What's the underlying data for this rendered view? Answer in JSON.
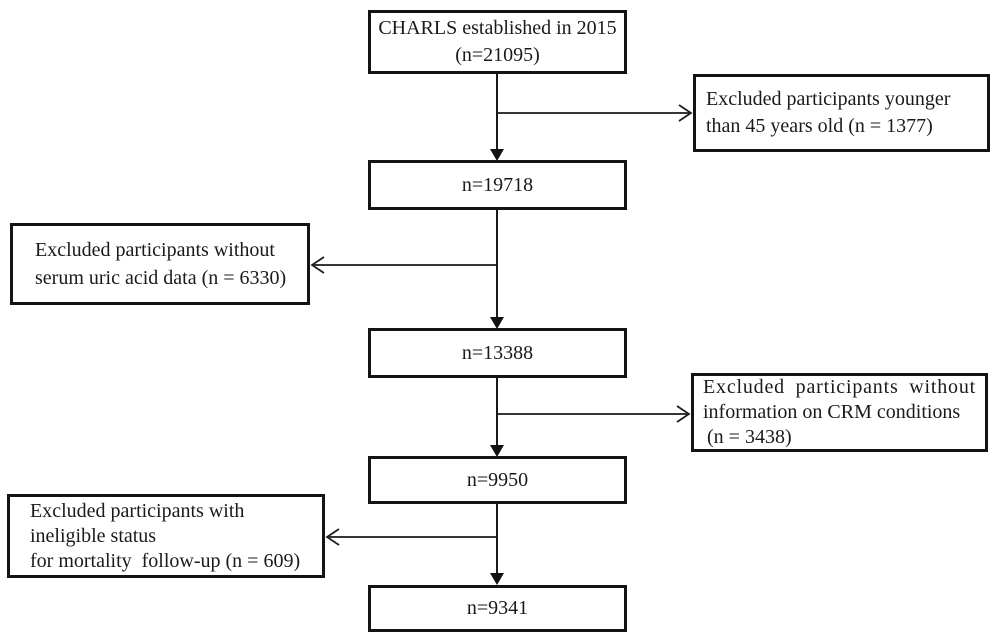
{
  "colors": {
    "box_border": "#141414",
    "line": "#1a1a1a",
    "text": "#1a1a1a",
    "background": "#ffffff"
  },
  "nodes": {
    "charls": {
      "line1": "CHARLS established in 2015",
      "line2": "(n=21095)"
    },
    "n19718": {
      "label": "n=19718"
    },
    "n13388": {
      "label": "n=13388"
    },
    "n9950": {
      "label": "n=9950"
    },
    "n9341": {
      "label": "n=9341"
    },
    "excl_younger": {
      "line1": "Excluded participants younger",
      "line2": "than 45 years old (n = 1377)"
    },
    "excl_uric": {
      "line1": "Excluded participants without",
      "line2": "serum uric acid data (n = 6330)"
    },
    "excl_crm": {
      "line1": "Excluded participants without",
      "line2": "information on CRM conditions",
      "line3": "(n = 3438)"
    },
    "excl_mortality": {
      "line1": "Excluded participants with",
      "line2": "ineligible status",
      "line3": "for mortality  follow-up (n = 609)"
    }
  },
  "edges": [
    {
      "from": "charls",
      "to": "n19718",
      "branch_to": "excl_younger"
    },
    {
      "from": "n19718",
      "to": "n13388",
      "branch_to": "excl_uric"
    },
    {
      "from": "n13388",
      "to": "n9950",
      "branch_to": "excl_crm"
    },
    {
      "from": "n9950",
      "to": "n9341",
      "branch_to": "excl_mortality"
    }
  ]
}
